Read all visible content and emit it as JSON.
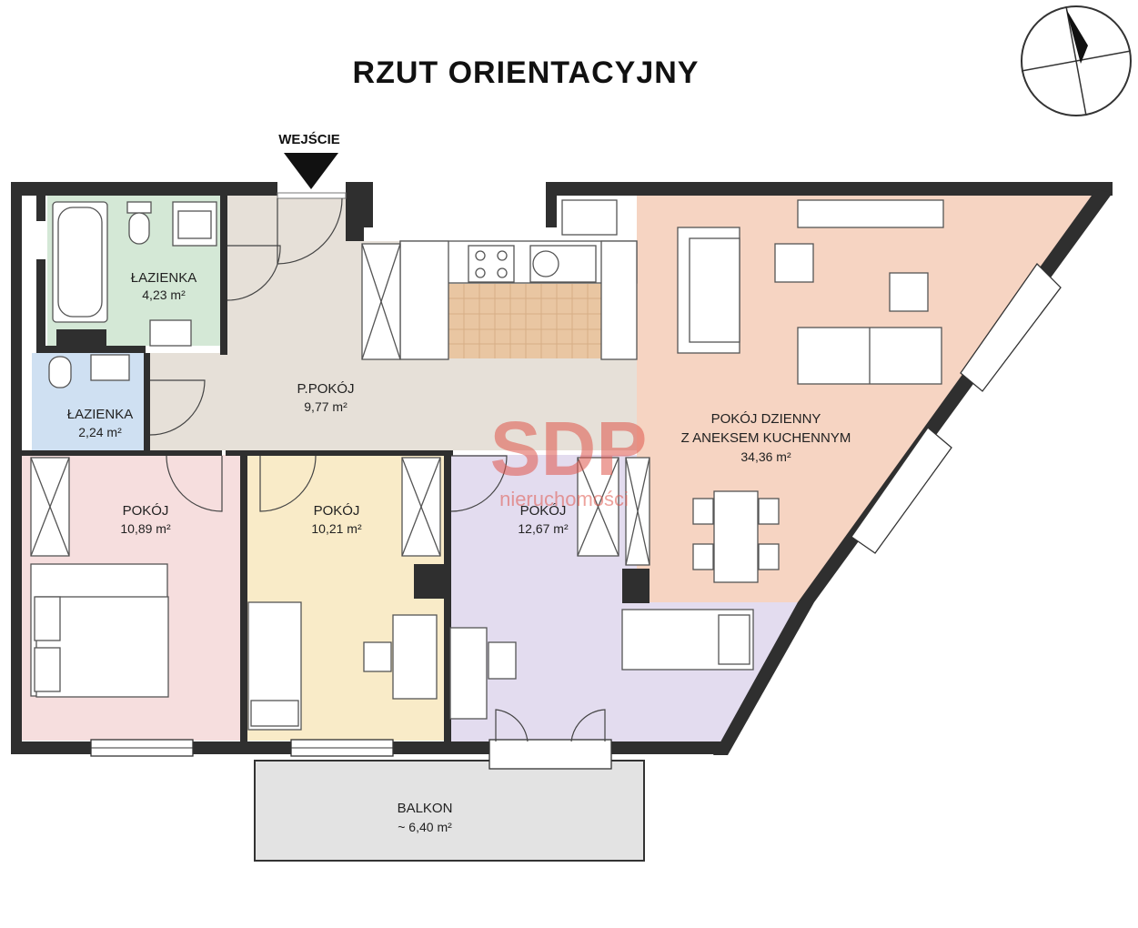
{
  "plan": {
    "title": "RZUT ORIENTACYJNY",
    "entrance_label": "WEJŚCIE",
    "watermark": {
      "brand": "SDP",
      "sub": "nieruchomości"
    },
    "colors": {
      "bathroom_large": "#d4e8d6",
      "bathroom_small": "#cfe0f2",
      "hall": "#e6e0d8",
      "living": "#f6d4c2",
      "room1": "#f6dede",
      "room2": "#f9ebc8",
      "room3": "#e3dcef",
      "kitchen_floor": "#e9c6a2",
      "wall": "#2f2f2f",
      "balcony": "#e3e3e3"
    },
    "rooms": [
      {
        "name": "ŁAZIENKA",
        "area": "4,23 m²"
      },
      {
        "name": "ŁAZIENKA",
        "area": "2,24 m²"
      },
      {
        "name": "P.POKÓJ",
        "area": "9,77 m²"
      },
      {
        "name": "POKÓJ DZIENNY",
        "name2": "Z ANEKSEM KUCHENNYM",
        "area": "34,36 m²"
      },
      {
        "name": "POKÓJ",
        "area": "10,89 m²"
      },
      {
        "name": "POKÓJ",
        "area": "10,21 m²"
      },
      {
        "name": "POKÓJ",
        "area": "12,67 m²"
      },
      {
        "name": "BALKON",
        "area": "~ 6,40 m²"
      }
    ]
  }
}
